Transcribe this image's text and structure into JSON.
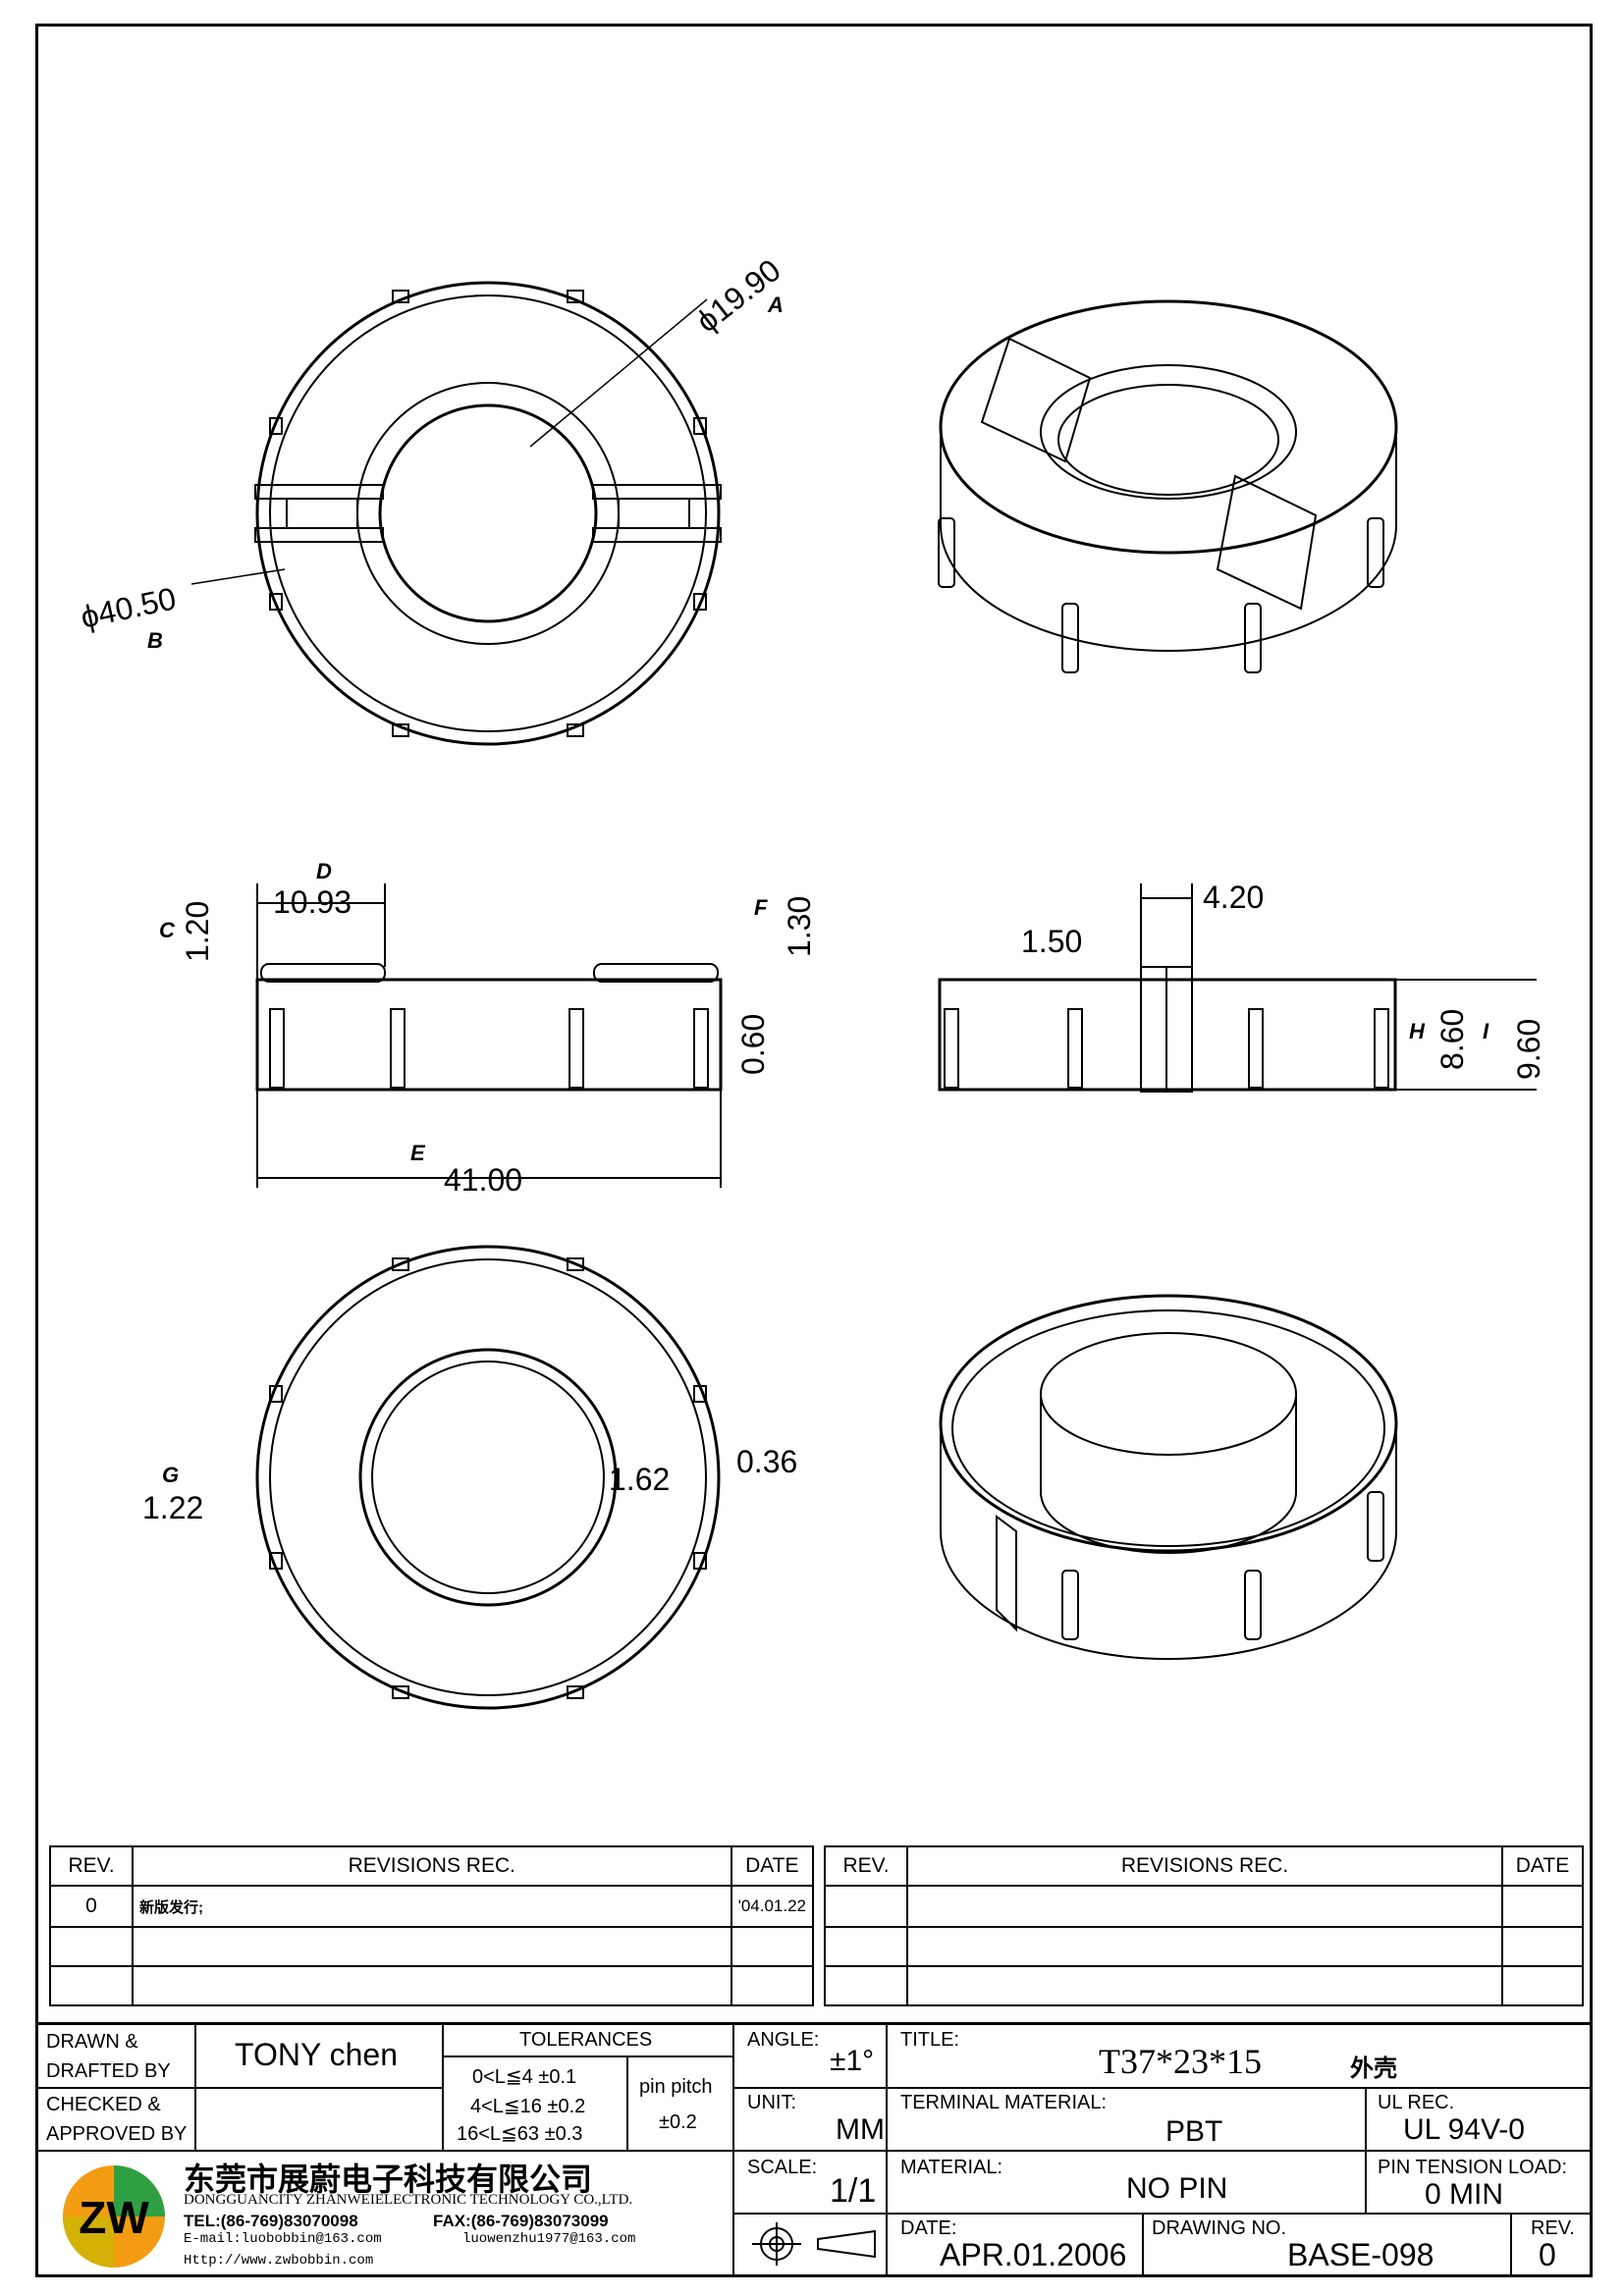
{
  "drawing": {
    "dims": {
      "d1": "ϕ19.90",
      "d2": "ϕ40.50",
      "d_D": "10.93",
      "d_C": "1.20",
      "d_F": "1.30",
      "d_060": "0.60",
      "d_E": "41.00",
      "d_420": "4.20",
      "d_150": "1.50",
      "d_H": "8.60",
      "d_I": "9.60",
      "d_G": "1.22",
      "d_162": "1.62",
      "d_036": "0.36"
    },
    "callouts": {
      "a": "A",
      "b": "B",
      "c": "C",
      "d": "D",
      "e": "E",
      "f": "F",
      "g": "G",
      "h": "H",
      "i": "I"
    }
  },
  "revisions": {
    "header": {
      "rev": "REV.",
      "rec": "REVISIONS    REC.",
      "date": "DATE"
    },
    "rows": [
      {
        "rev": "0",
        "rec": "新版发行;",
        "date": "'04.01.22"
      }
    ]
  },
  "title_block": {
    "drawn_label": "DRAWN &\nDRAFTED BY",
    "drawn_value": "TONY  chen",
    "checked_label": "CHECKED &\nAPPROVED BY",
    "tolerances_label": "TOLERANCES",
    "tol1": "0<L≦4   ±0.1",
    "tol2": "4<L≦16  ±0.2",
    "tol3": "16<L≦63  ±0.3",
    "pin_pitch_label": "pin  pitch",
    "pin_pitch_value": "±0.2",
    "angle_label": "ANGLE:",
    "angle_value": "±1°",
    "unit_label": "UNIT:",
    "unit_value": "MM",
    "scale_label": "SCALE:",
    "scale_value": "1/1",
    "title_label": "TITLE:",
    "title_value": "T37*23*15",
    "title_cn": "外壳",
    "terminal_label": "TERMINAL MATERIAL:",
    "terminal_value": "PBT",
    "ul_label": "UL REC.",
    "ul_value": "UL  94V-0",
    "material_label": "MATERIAL:",
    "material_value": "NO  PIN",
    "pin_tension_label": "PIN  TENSION  LOAD:",
    "pin_tension_value": "0  MIN",
    "date_label": "DATE:",
    "date_value": "APR.01.2006",
    "drawing_no_label": "DRAWING  NO.",
    "drawing_no_value": "BASE-098",
    "rev_label": "REV.",
    "rev_value": "0",
    "company_cn": "东莞市展蔚电子科技有限公司",
    "company_en": "DONGGUANCITY ZHANWEIELECTRONIC TECHNOLOGY CO.,LTD.",
    "tel": "TEL:(86-769)83070098",
    "fax": "FAX:(86-769)83073099",
    "email1": "E-mail:luobobbin@163.com",
    "email2": "luowenzhu1977@163.com",
    "web": "Http://www.zwbobbin.com"
  }
}
